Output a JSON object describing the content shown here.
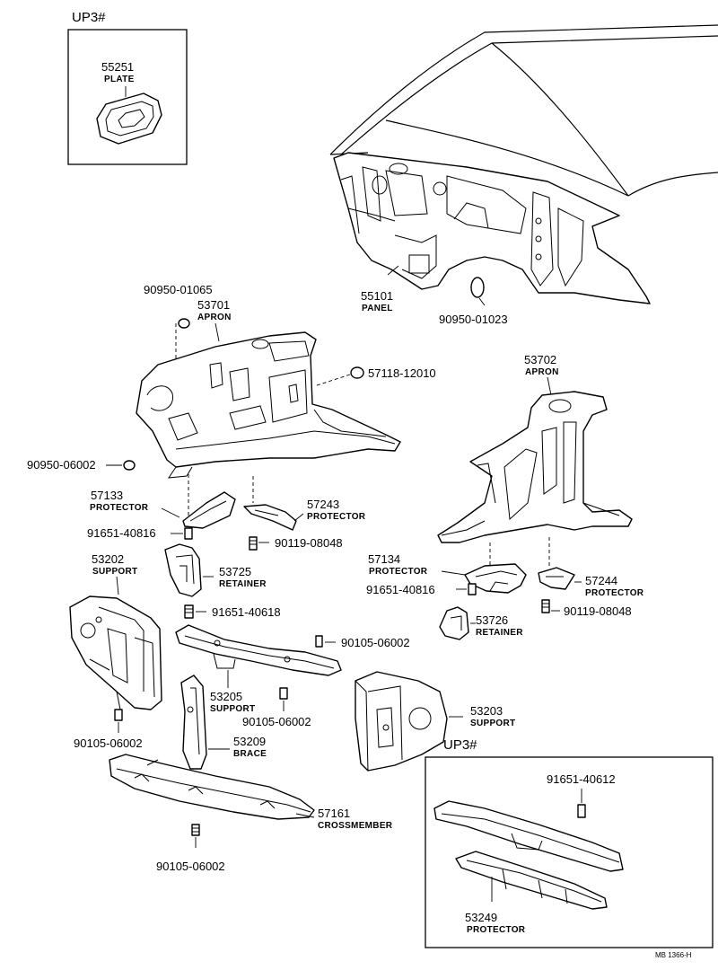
{
  "groups": {
    "up3_top": "UP3#",
    "up3_bottom": "UP3#"
  },
  "labels": {
    "plate": {
      "num": "55251",
      "name": "PLATE"
    },
    "panel": {
      "num": "55101",
      "name": "PANEL"
    },
    "grommet_1023": "90950-01023",
    "grommet_1065": "90950-01065",
    "apron_left": {
      "num": "53701",
      "name": "APRON"
    },
    "clip_12010": "57118-12010",
    "apron_right": {
      "num": "53702",
      "name": "APRON"
    },
    "grommet_6002": "90950-06002",
    "protector_57133": {
      "num": "57133",
      "name": "PROTECTOR"
    },
    "protector_57243": {
      "num": "57243",
      "name": "PROTECTOR"
    },
    "bolt_40816_left": "91651-40816",
    "bolt_08048_left": "90119-08048",
    "protector_57134": {
      "num": "57134",
      "name": "PROTECTOR"
    },
    "bolt_40816_right": "91651-40816",
    "protector_57244": {
      "num": "57244",
      "name": "PROTECTOR"
    },
    "support_53202": {
      "num": "53202",
      "name": "SUPPORT"
    },
    "retainer_53725": {
      "num": "53725",
      "name": "RETAINER"
    },
    "bolt_40618": "91651-40618",
    "bolt_08048_right": "90119-08048",
    "retainer_53726": {
      "num": "53726",
      "name": "RETAINER"
    },
    "bolt_06002_a": "90105-06002",
    "support_53205": {
      "num": "53205",
      "name": "SUPPORT"
    },
    "bolt_06002_b": "90105-06002",
    "support_53203": {
      "num": "53203",
      "name": "SUPPORT"
    },
    "bolt_06002_c": "90105-06002",
    "brace_53209": {
      "num": "53209",
      "name": "BRACE"
    },
    "bolt_40612": "91651-40612",
    "crossmember_57161": {
      "num": "57161",
      "name": "CROSSMEMBER"
    },
    "bolt_06002_d": "90105-06002",
    "protector_53249": {
      "num": "53249",
      "name": "PROTECTOR"
    },
    "code": "MB 1366-H"
  }
}
